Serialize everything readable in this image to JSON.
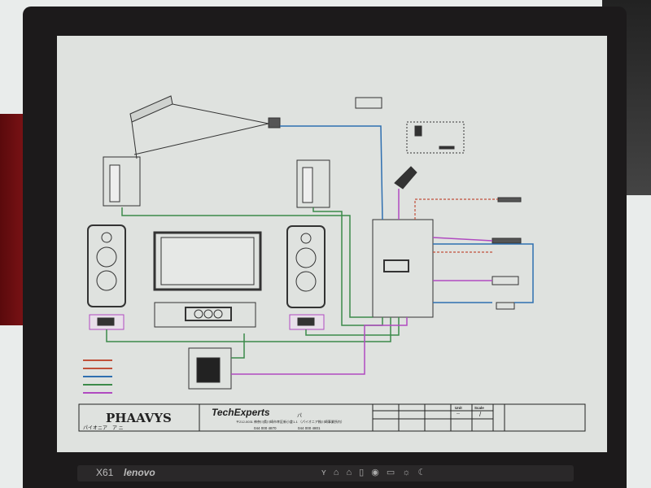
{
  "title_block": {
    "company": "PHAAVYS",
    "company_sub": "パイオニア　ア ニ",
    "client": "TechExperts",
    "client_mark": "パ",
    "address": "〒212-0031 神奈川県川崎市幸区新小倉1-1 （パイオニア株川崎事業所内）",
    "phone": "044 000 4870",
    "fax": "044 000 4801",
    "unit_label": "Unit",
    "scale_label": "Scale",
    "unit_value": "--",
    "scale_value": "/"
  },
  "laptop": {
    "model": "X61",
    "brand": "lenovo",
    "indicators": "ʏ  ⌂ ⌂ ▯ ◉ ▭ ☼ ☾"
  },
  "colors": {
    "screen": "#dfe2df",
    "bezel": "#1c1a1b",
    "wire_blue": "#2f6fb0",
    "wire_green": "#3c8a4a",
    "wire_purple": "#b04ac0",
    "wire_red": "#c0503a"
  }
}
